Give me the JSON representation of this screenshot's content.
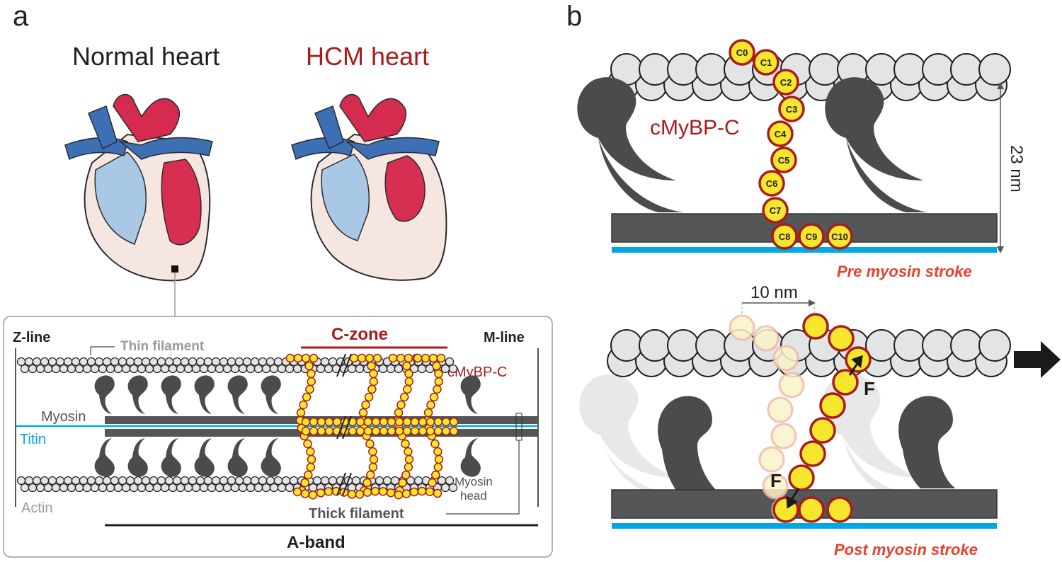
{
  "panels": {
    "a": {
      "letter": "a",
      "normal_title": "Normal heart",
      "hcm_title": "HCM heart",
      "inset": {
        "zline": "Z-line",
        "thin_filament": "Thin filament",
        "czone": "C-zone",
        "mline": "M-line",
        "cmybpc": "cMyBP-C",
        "myosin": "Myosin",
        "titin": "Titin",
        "actin": "Actin",
        "myosin_head_1": "Myosin",
        "myosin_head_2": "head",
        "thick_filament": "Thick filament",
        "aband": "A-band"
      }
    },
    "b": {
      "letter": "b",
      "domains": [
        "C0",
        "C1",
        "C2",
        "C3",
        "C4",
        "C5",
        "C6",
        "C7",
        "C8",
        "C9",
        "C10"
      ],
      "cmybpc": "cMyBP-C",
      "distance_23": "23 nm",
      "pre_caption": "Pre myosin stroke",
      "distance_10": "10 nm",
      "force_label_1": "F",
      "force_label_2": "F",
      "post_caption": "Post myosin stroke"
    }
  },
  "colors": {
    "dark_red": "#a81c1c",
    "caption_red": "#e8402b",
    "titin_blue": "#00a9e6",
    "thick_gray": "#555657",
    "yellow": "#f6e62e",
    "actin_gray": "#e3e4e6",
    "vein_blue": "#3d6fb5",
    "artery_red": "#d42b4f"
  }
}
